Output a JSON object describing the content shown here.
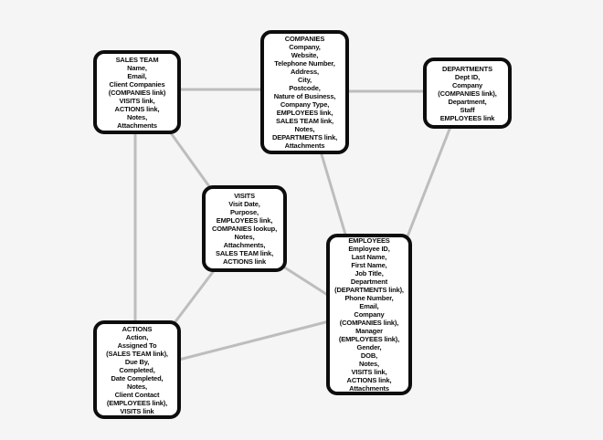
{
  "colors": {
    "background": "#f5f5f6",
    "edge": "#bdbdbf",
    "box_border": "#0d0d0d",
    "box_fill": "#ffffff",
    "text": "#0d0d0d"
  },
  "diagram": {
    "nodes": {
      "sales_team": {
        "title": "SALES TEAM",
        "fields": [
          "Name,",
          "Email,",
          "Client Companies",
          "(COMPANIES link)",
          "VISITS link,",
          "ACTIONS link,",
          "Notes,",
          "Attachments"
        ]
      },
      "companies": {
        "title": "COMPANIES",
        "fields": [
          "Company,",
          "Website,",
          "Telephone Number,",
          "Address,",
          "City,",
          "Postcode,",
          "Nature of Business,",
          "Company Type,",
          "EMPLOYEES link,",
          "SALES TEAM link,",
          "Notes,",
          "DEPARTMENTS link,",
          "Attachments"
        ]
      },
      "departments": {
        "title": "DEPARTMENTS",
        "fields": [
          "Dept ID,",
          "Company",
          "(COMPANIES link),",
          "Department,",
          "Staff",
          "EMPLOYEES link"
        ]
      },
      "visits": {
        "title": "VISITS",
        "fields": [
          "Visit Date,",
          "Purpose,",
          "EMPLOYEES link,",
          "COMPANIES lookup,",
          "Notes,",
          "Attachments,",
          "SALES TEAM link,",
          "ACTIONS link"
        ]
      },
      "employees": {
        "title": "EMPLOYEES",
        "fields": [
          "Employee ID,",
          "Last Name,",
          "First Name,",
          "Job Title,",
          "Department",
          "(DEPARTMENTS link),",
          "Phone Number,",
          "Email,",
          "Company",
          "(COMPANIES link),",
          "Manager",
          "(EMPLOYEES link),",
          "Gender,",
          "DOB,",
          "Notes,",
          "VISITS link,",
          "ACTIONS link,",
          "Attachments"
        ]
      },
      "actions": {
        "title": "ACTIONS",
        "fields": [
          "Action,",
          "Assigned To",
          "(SALES TEAM link),",
          "Due By,",
          "Completed,",
          "Date Completed,",
          "Notes,",
          "Client Contact",
          "(EMPLOYEES link),",
          "VISITS link"
        ]
      }
    },
    "edges": [
      {
        "from": "SALES TEAM",
        "to": "COMPANIES"
      },
      {
        "from": "COMPANIES",
        "to": "DEPARTMENTS"
      },
      {
        "from": "SALES TEAM",
        "to": "VISITS"
      },
      {
        "from": "SALES TEAM",
        "to": "ACTIONS"
      },
      {
        "from": "COMPANIES",
        "to": "EMPLOYEES"
      },
      {
        "from": "DEPARTMENTS",
        "to": "EMPLOYEES"
      },
      {
        "from": "VISITS",
        "to": "EMPLOYEES"
      },
      {
        "from": "VISITS",
        "to": "ACTIONS"
      },
      {
        "from": "ACTIONS",
        "to": "EMPLOYEES"
      }
    ]
  }
}
